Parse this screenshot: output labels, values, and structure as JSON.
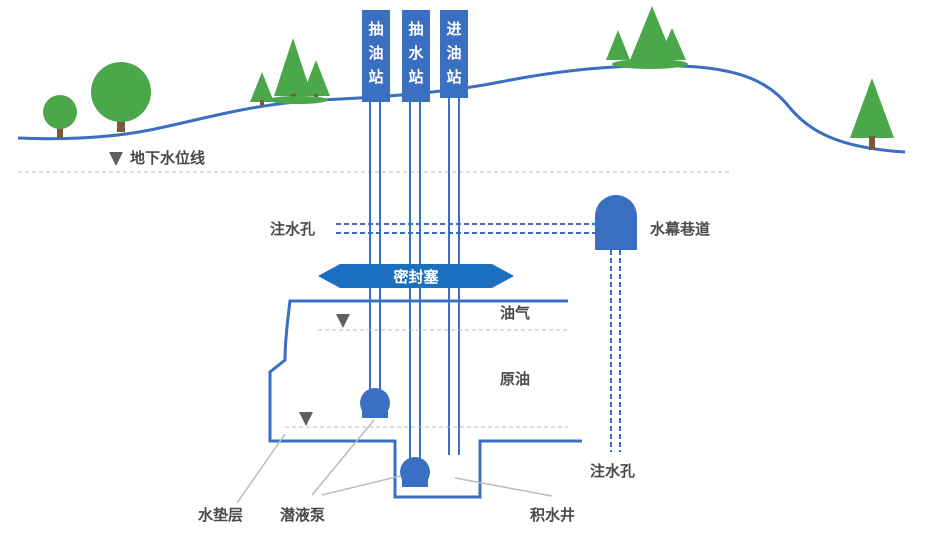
{
  "stations": [
    {
      "name": "抽油站",
      "chars": [
        "抽",
        "油",
        "站"
      ]
    },
    {
      "name": "抽水站",
      "chars": [
        "抽",
        "水",
        "站"
      ]
    },
    {
      "name": "进油站",
      "chars": [
        "进",
        "油",
        "站"
      ]
    }
  ],
  "labels": {
    "groundwater_level": "地下水位线",
    "injection_hole_upper": "注水孔",
    "water_curtain_tunnel": "水幕巷道",
    "seal_plug": "密封塞",
    "oil_gas": "油气",
    "crude_oil": "原油",
    "injection_hole_lower": "注水孔",
    "water_cushion_layer": "水垫层",
    "submersible_pump": "潜液泵",
    "sump_well": "积水井"
  },
  "colors": {
    "primary_blue": "#3a6fc2",
    "tree_green": "#4aa84a",
    "trunk_brown": "#7a5a3a",
    "label_gray": "#4a4a4a",
    "dashed_gray": "#bbbbbb"
  },
  "icons": [
    "tree-icon",
    "pine-tree-icon",
    "water-level-marker-icon",
    "pump-icon"
  ]
}
